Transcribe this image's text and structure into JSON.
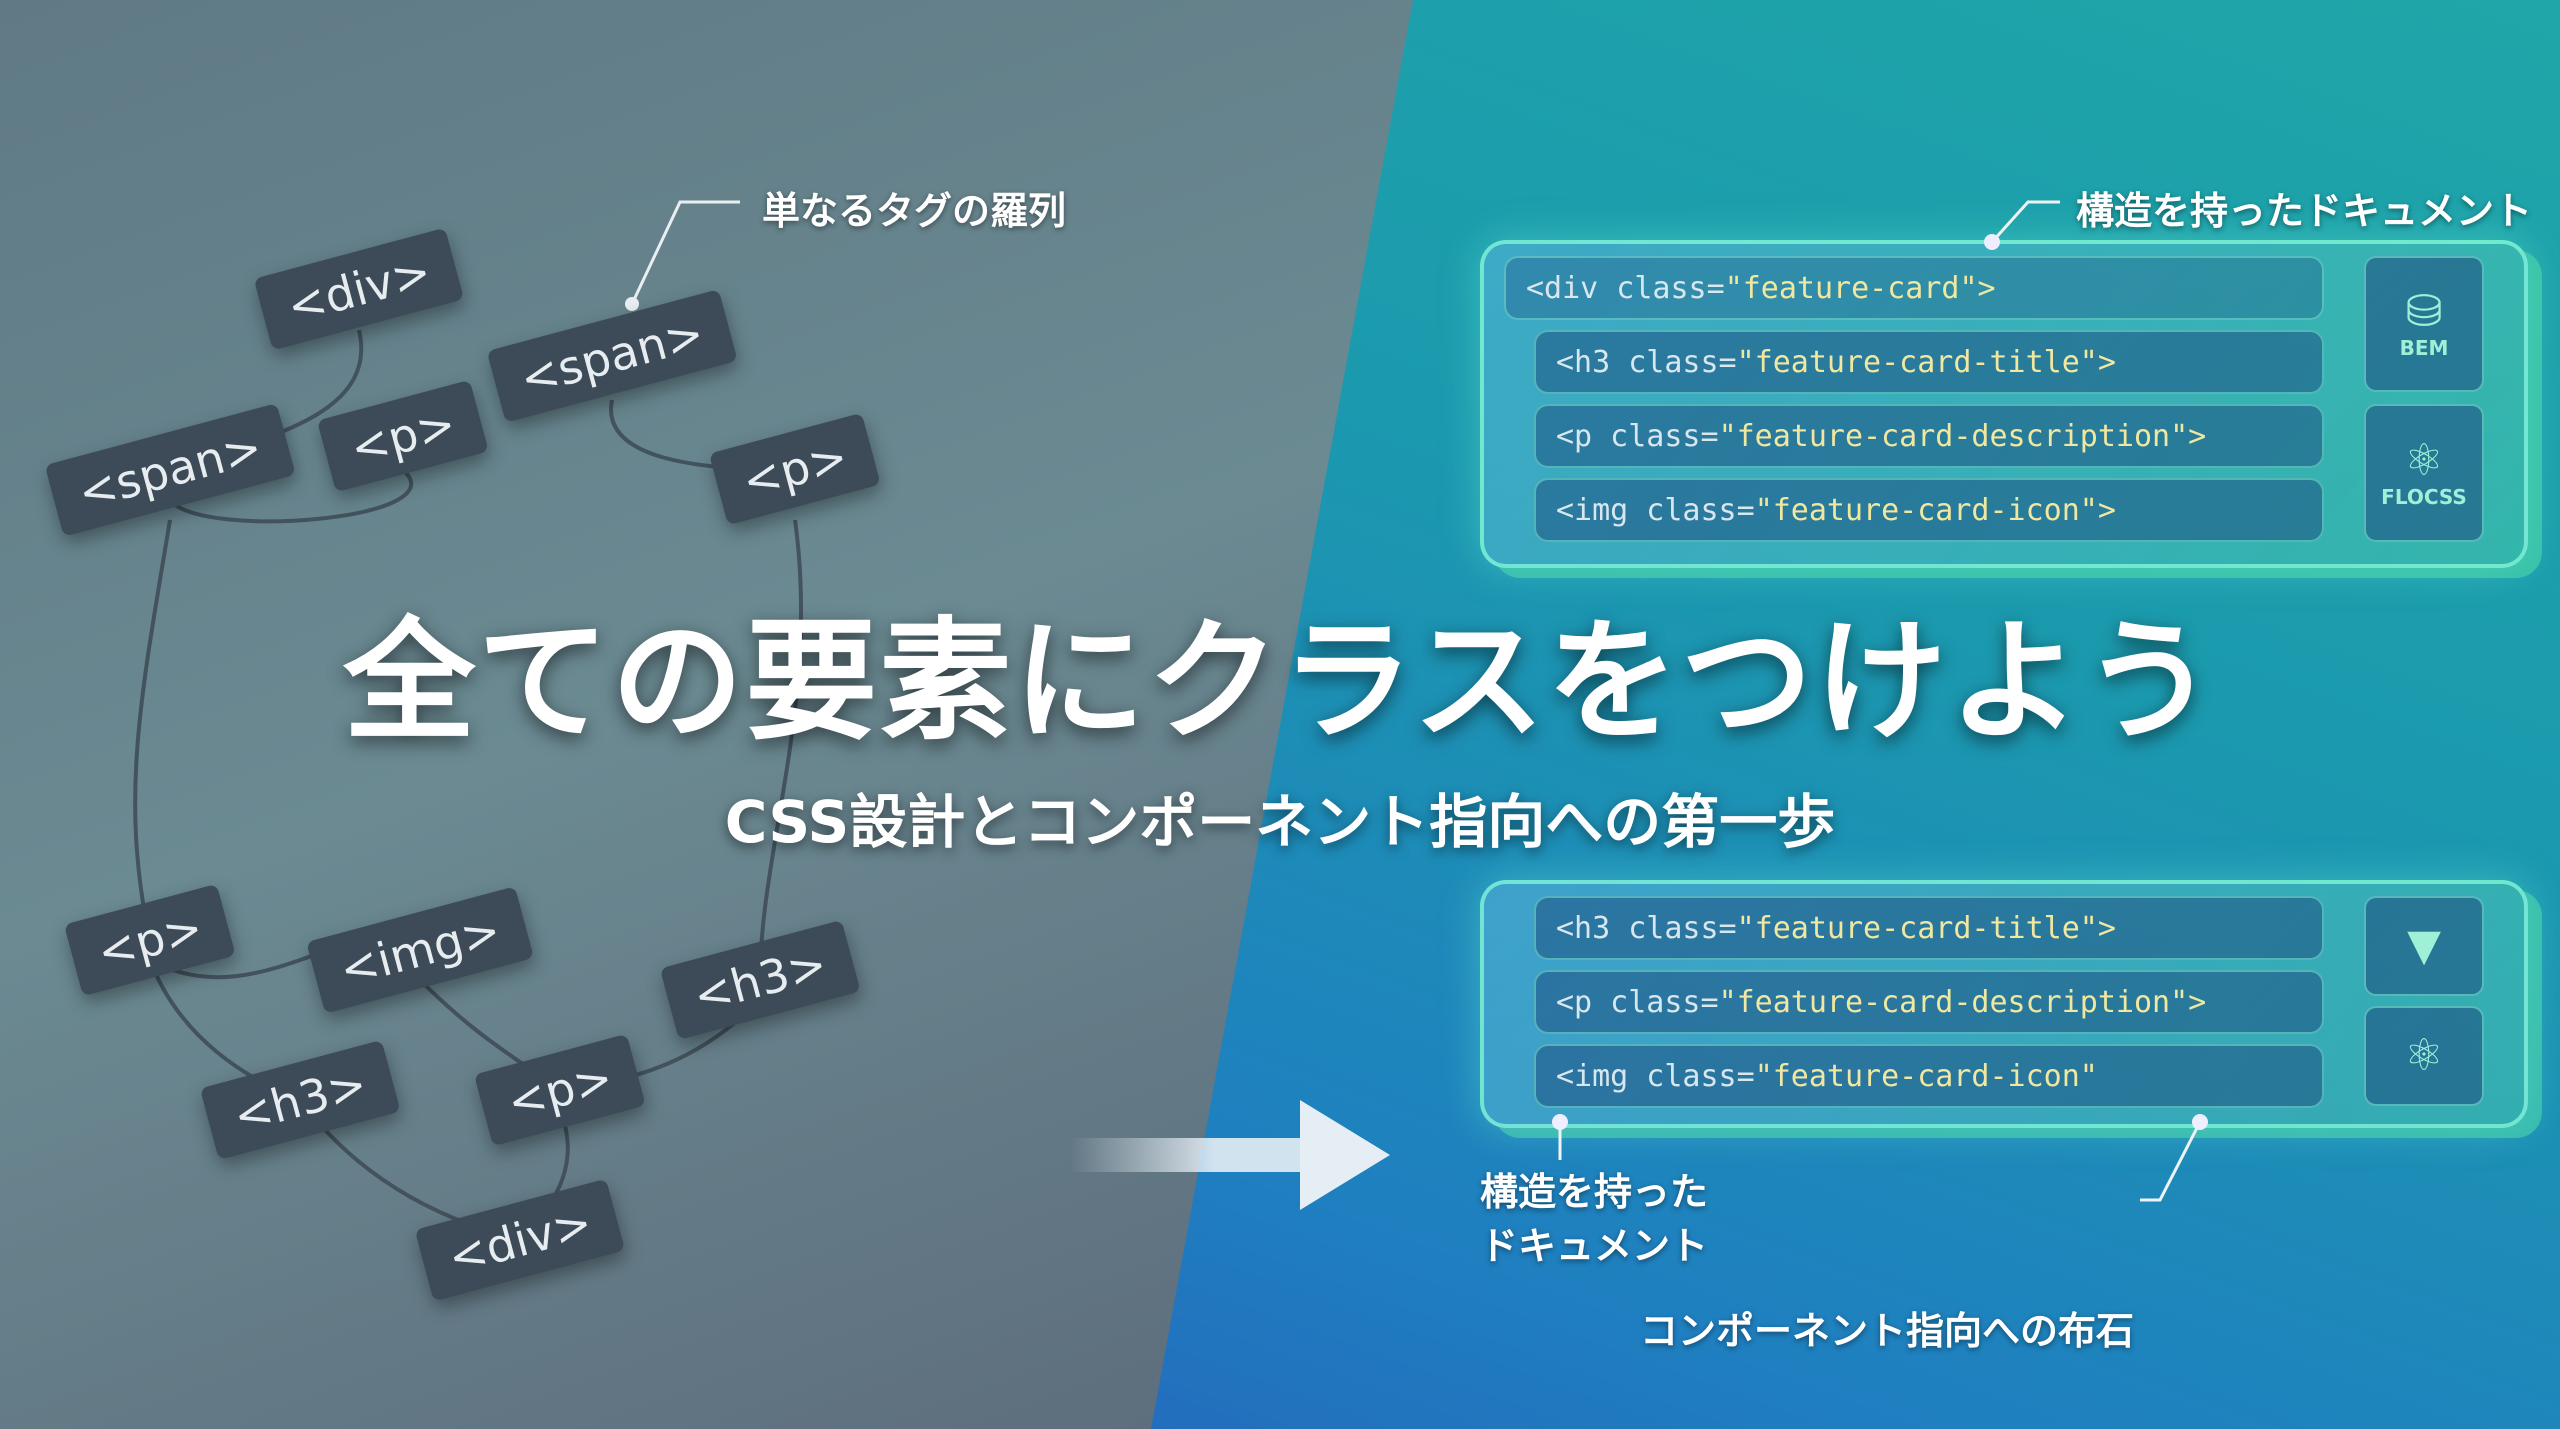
{
  "title": "全ての要素にクラスをつけよう",
  "subtitle": "CSS設計とコンポーネント指向への第一歩",
  "left": {
    "callout": "単なるタグの羅列",
    "tags": [
      "<div>",
      "<span>",
      "<p>",
      "<p>",
      "<span>",
      "<p>",
      "<p>",
      "<img>",
      "<h3>",
      "<h3>",
      "<div>"
    ]
  },
  "right": {
    "callout_top": "構造を持ったドキュメント",
    "callout_mid_line1": "構造を持った",
    "callout_mid_line2": "ドキュメント",
    "callout_bottom": "コンポーネント指向への布石",
    "code": [
      {
        "tag": "<div class=",
        "cls": "\"feature-card\">"
      },
      {
        "tag": "<h3 class=",
        "cls": "\"feature-card-title\">"
      },
      {
        "tag": "<p class=",
        "cls": "\"feature-card-description\">"
      },
      {
        "tag": "<img class=",
        "cls": "\"feature-card-icon\">"
      },
      {
        "tag": "<h3 class=",
        "cls": "\"feature-card-title\">"
      },
      {
        "tag": "<p class=",
        "cls": "\"feature-card-description\">"
      },
      {
        "tag": "<img class=",
        "cls": "\"feature-card-icon\""
      }
    ],
    "badges": [
      {
        "label": "BEM",
        "icon": "database-icon"
      },
      {
        "label": "FLOCSS",
        "icon": "atom-icon"
      },
      {
        "label": "",
        "icon": "vue-logo-icon"
      },
      {
        "label": "",
        "icon": "react-atom-icon"
      }
    ]
  },
  "colors": {
    "code_class": "#f0e7a0",
    "accent_green": "#7de8c0"
  }
}
